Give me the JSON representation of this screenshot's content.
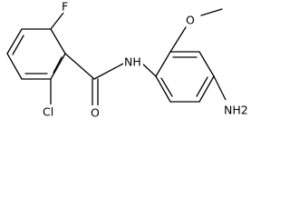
{
  "molecule": {
    "atoms": {
      "fluorine": "F",
      "chlorine": "Cl",
      "carbonyl_oxygen": "O",
      "amide_nitrogen": "NH",
      "amine": "NH2"
    }
  }
}
